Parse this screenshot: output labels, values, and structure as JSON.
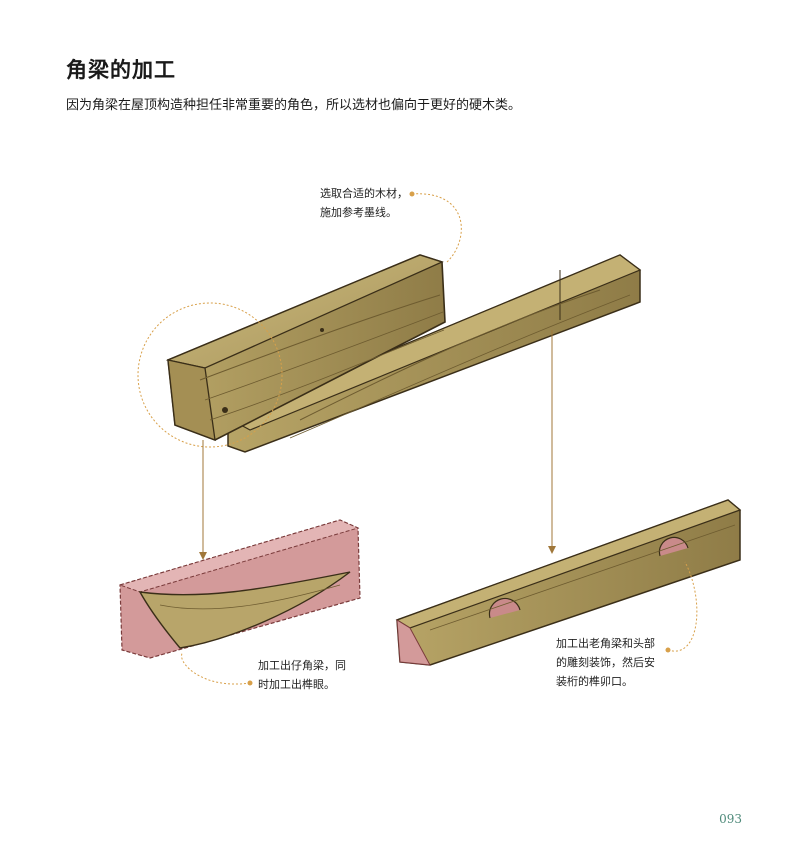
{
  "page": {
    "title": "角梁的加工",
    "intro": "因为角梁在屋顶构造种担任非常重要的角色，所以选材也偏向于更好的硬木类。",
    "page_number": "093"
  },
  "callouts": {
    "select_wood": [
      "选取合适的木材，",
      "施加参考墨线。"
    ],
    "small_beam": [
      "加工出仔角梁，同",
      "时加工出榫眼。"
    ],
    "old_beam": [
      "加工出老角梁和头部",
      "的雕刻装饰，然后安",
      "装桁的榫卯口。"
    ]
  },
  "colors": {
    "wood": "#b8a56a",
    "wood_dark": "#7d6a3a",
    "cut_pink": "#c98a8a",
    "leader": "#d8a04a",
    "page_number": "#4e8a7a"
  }
}
